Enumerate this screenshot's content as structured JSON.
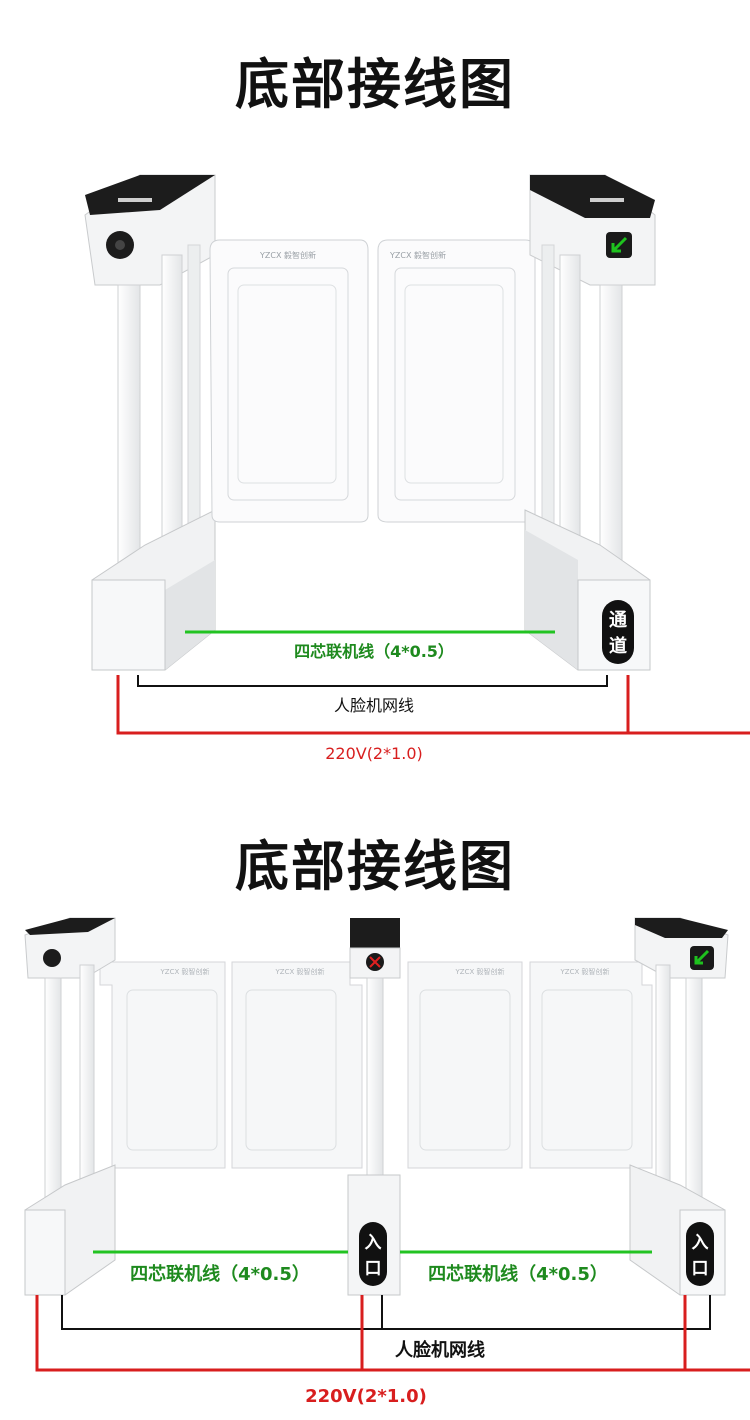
{
  "sections": [
    {
      "title": "底部接线图",
      "gate_panel_logo": "YZCX 毅智创新",
      "lane_badge": "通道",
      "labels": {
        "four_core": "四芯联机线（4*0.5）",
        "network": "人脸机网线",
        "power": "220V(2*1.0)"
      }
    },
    {
      "title": "底部接线图",
      "gate_panel_logo": "YZCX 毅智创新",
      "entrance_badge": "入口",
      "labels": {
        "four_core_left": "四芯联机线（4*0.5）",
        "four_core_right": "四芯联机线（4*0.5）",
        "network": "人脸机网线",
        "power": "220V(2*1.0)"
      }
    }
  ],
  "colors": {
    "four_core_wire": "#22c322",
    "network_wire": "#111111",
    "power_wire": "#d81e1e",
    "four_core_text": "#1e8a1e",
    "power_text": "#d81e1e",
    "cabinet": "#f1f2f3",
    "cabinet_top": "#1c1c1c",
    "allowed_arrow": "#1ec21e",
    "forbidden_cross": "#e02020"
  },
  "icons": [
    "face-camera-icon",
    "green-arrow-icon",
    "red-cross-icon"
  ]
}
